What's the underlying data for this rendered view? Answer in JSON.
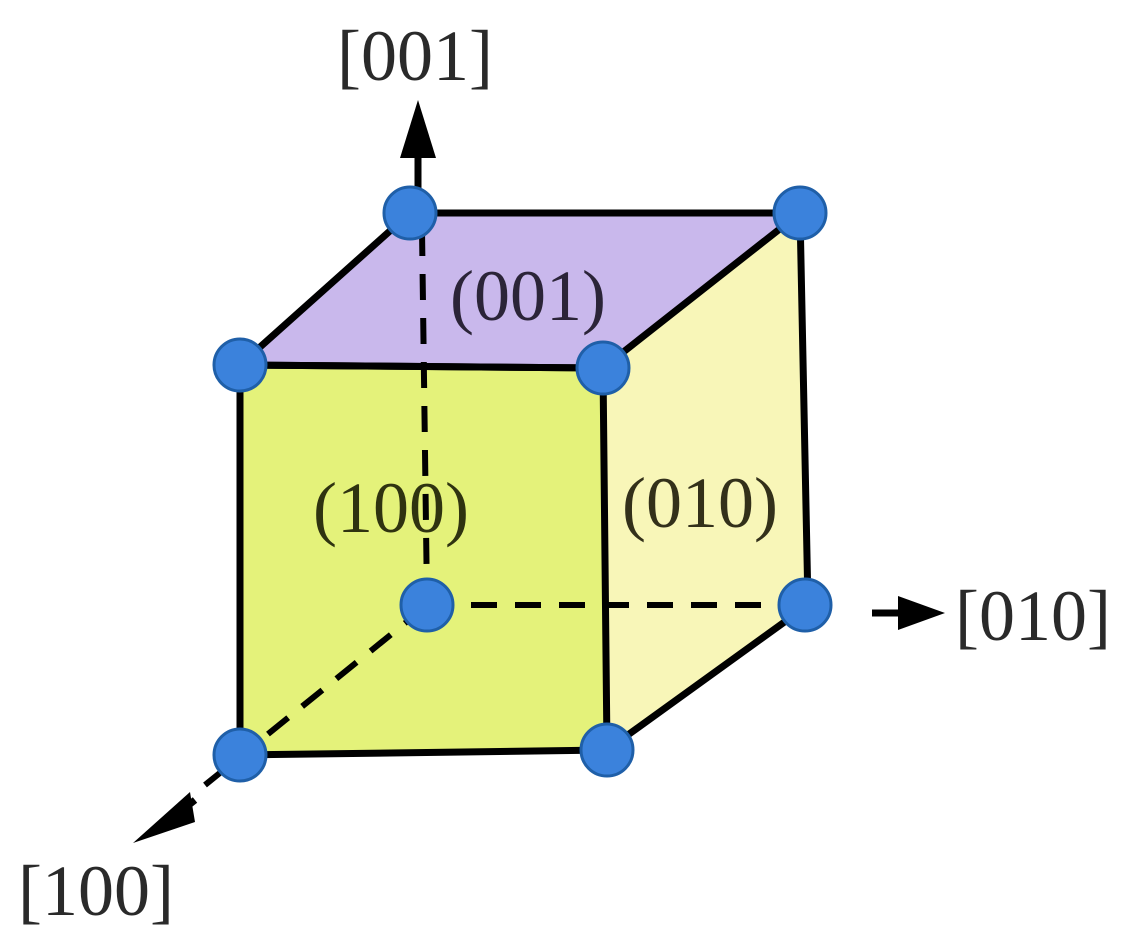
{
  "directions": {
    "z": "[001]",
    "y": "[010]",
    "x": "[100]"
  },
  "planes": {
    "top": "(001)",
    "front": "(100)",
    "side": "(010)"
  },
  "colors": {
    "top_face": "#c9b8ec",
    "front_face": "#e4f27a",
    "side_face": "#f8f6b8",
    "vertex": "#3b82dc",
    "lines": "#000000"
  }
}
